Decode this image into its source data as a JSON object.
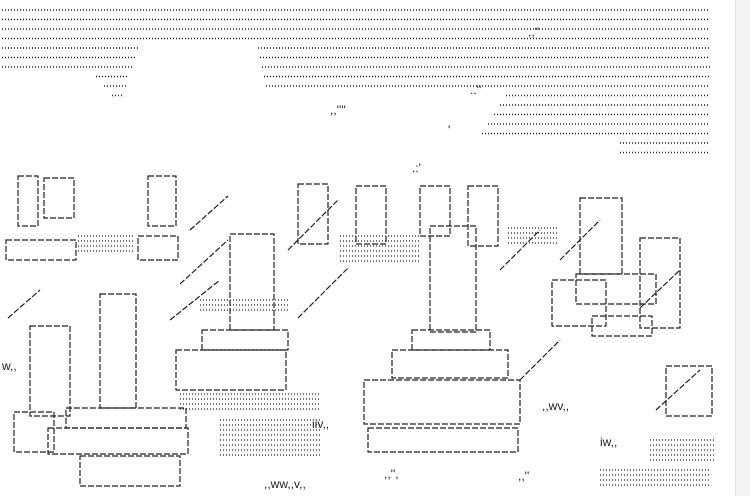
{
  "artwork": {
    "kind": "ascii-art",
    "subject": "city-ruins-landscape",
    "ink_color": "#222222",
    "background_color": "#ffffff",
    "text_fragments": [
      ",,''",
      "..''",
      ",,''''",
      "'",
      ".:'",
      "w,,",
      "iiv,,",
      ",,wv,,",
      "iw,,",
      ",,ww,,v,,",
      ",,'',",
      ",,''"
    ]
  }
}
